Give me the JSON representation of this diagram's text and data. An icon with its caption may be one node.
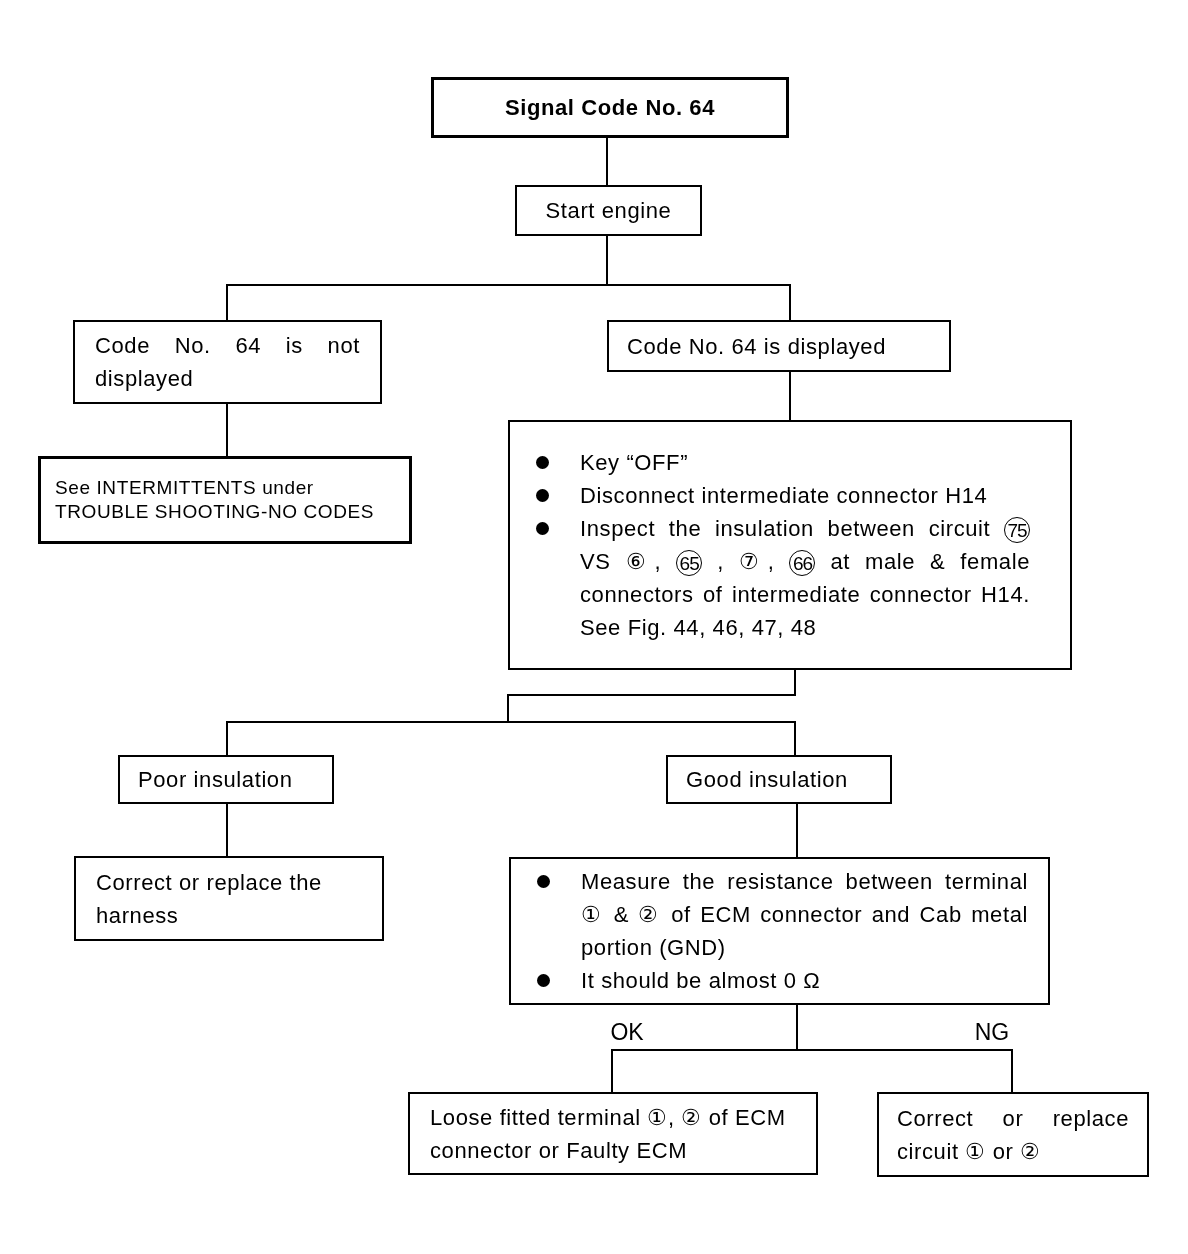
{
  "diagram": {
    "nodes": [
      {
        "text": [
          "Signal Code No. 64"
        ]
      },
      {
        "text": [
          "Start engine"
        ]
      },
      {
        "text": [
          "Code No. 64 is not displayed"
        ]
      },
      {
        "text": [
          "Code No. 64 is displayed"
        ]
      },
      {
        "text": [
          "See INTERMITTENTS under TROUBLE SHOOTING-NO CODES"
        ]
      },
      {
        "text": [
          "Key “OFF”",
          "Disconnect intermediate connector H14",
          "Inspect the insulation between circuit 75 VS ⑥, 65 , ⑦, 66 at male & female connectors of intermediate connector H14.  See Fig. 44, 46, 47, 48"
        ]
      },
      {
        "text": [
          "Poor insulation"
        ]
      },
      {
        "text": [
          "Good insulation"
        ]
      },
      {
        "text": [
          "Correct or replace the harness"
        ]
      },
      {
        "text": [
          "Measure the resistance between terminal ① & ② of ECM connector and Cab metal portion (GND)",
          "It should be almost 0 Ω"
        ]
      },
      {
        "text": [
          "Loose fitted terminal ①, ② of ECM connector or Faulty ECM"
        ]
      },
      {
        "text": [
          "Correct or replace circuit ① or ②"
        ]
      }
    ],
    "edges": [
      {
        "from": 0,
        "to": 1,
        "arrow": "none"
      },
      {
        "from": 1,
        "to": 2,
        "arrow": "none"
      },
      {
        "from": 1,
        "to": 3,
        "arrow": "none"
      },
      {
        "from": 2,
        "to": 4,
        "arrow": "none"
      },
      {
        "from": 3,
        "to": 5,
        "arrow": "none"
      },
      {
        "from": 5,
        "to": 6,
        "arrow": "none"
      },
      {
        "from": 5,
        "to": 7,
        "arrow": "none"
      },
      {
        "from": 6,
        "to": 8,
        "arrow": "none"
      },
      {
        "from": 7,
        "to": 9,
        "arrow": "none"
      },
      {
        "from": 9,
        "to": 10,
        "arrow": "none",
        "label": "OK"
      },
      {
        "from": 9,
        "to": 11,
        "arrow": "none",
        "label": "NG"
      }
    ]
  }
}
